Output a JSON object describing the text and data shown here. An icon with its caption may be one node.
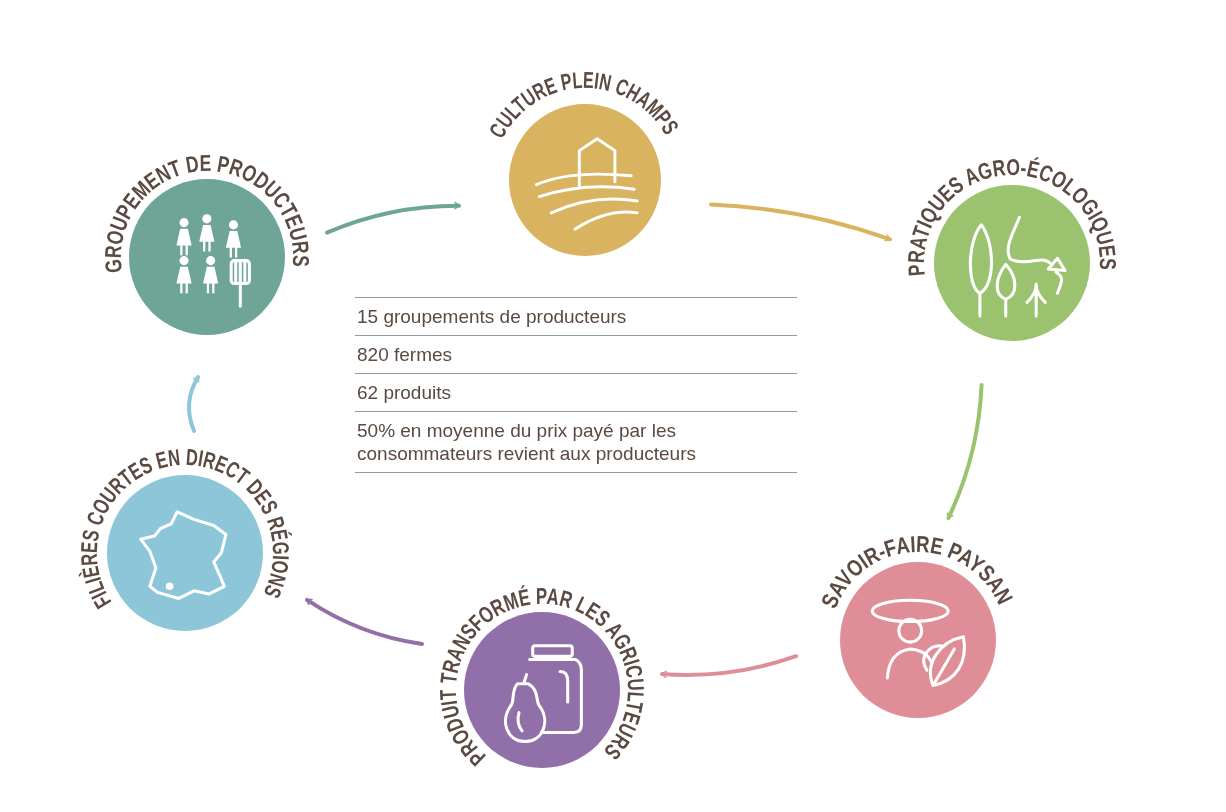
{
  "diagram": {
    "nodes": [
      {
        "text": [
          "GROUPEMENT DE PRODUCTEURS"
        ]
      },
      {
        "text": [
          "CULTURE PLEIN CHAMPS"
        ]
      },
      {
        "text": [
          "PRATIQUES AGRO-ÉCOLOGIQUES"
        ]
      },
      {
        "text": [
          "SAVOIR-FAIRE PAYSAN"
        ]
      },
      {
        "text": [
          "PRODUIT TRANSFORMÉ PAR LES AGRICULTEURS"
        ]
      },
      {
        "text": [
          "FILIÈRES COURTES EN DIRECT DES RÉGIONS"
        ]
      }
    ],
    "edges": [
      {
        "from": 0,
        "to": 1,
        "arrow": "to",
        "color": "#6ea596"
      },
      {
        "from": 1,
        "to": 2,
        "arrow": "to",
        "color": "#d9b35f"
      },
      {
        "from": 2,
        "to": 3,
        "arrow": "to",
        "color": "#9bc26f"
      },
      {
        "from": 3,
        "to": 4,
        "arrow": "to",
        "color": "#df8e98"
      },
      {
        "from": 4,
        "to": 5,
        "arrow": "to",
        "color": "#9170aa"
      },
      {
        "from": 5,
        "to": 0,
        "arrow": "to",
        "color": "#8ec6d9"
      }
    ],
    "labels": [
      "15 groupements de producteurs",
      "820 fermes",
      "62 produits",
      "50% en moyenne du prix payé par les consommateurs revient aux producteurs"
    ]
  }
}
